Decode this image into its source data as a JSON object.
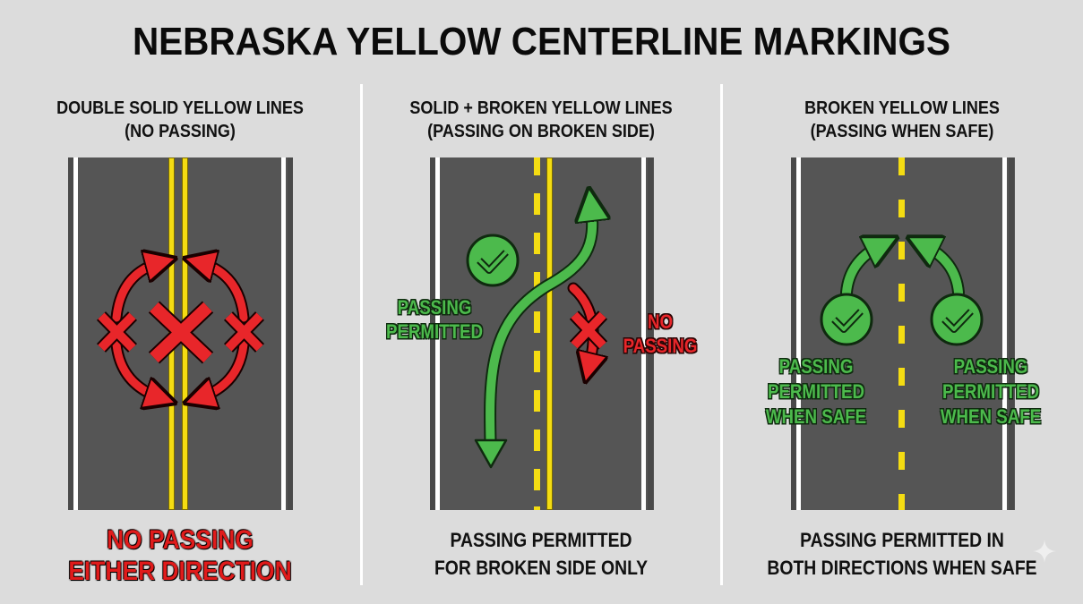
{
  "title": "NEBRASKA YELLOW CENTERLINE MARKINGS",
  "colors": {
    "background": "#dcdcdc",
    "asphalt": "#555555",
    "yellow_line": "#f4dc12",
    "edge_line": "#ffffff",
    "permitted_green": "#4cba4c",
    "prohibited_red": "#e8262a"
  },
  "panels": [
    {
      "heading_line1": "DOUBLE SOLID YELLOW LINES",
      "heading_line2": "(NO PASSING)",
      "marking": "double-solid",
      "caption_line1": "NO PASSING",
      "caption_line2": "EITHER DIRECTION",
      "icons": [
        "red-curved-arrows-icon",
        "red-x-icon",
        "red-x-icon",
        "red-x-icon"
      ]
    },
    {
      "heading_line1": "SOLID + BROKEN YELLOW LINES",
      "heading_line2": "(PASSING ON BROKEN SIDE)",
      "marking": "solid-plus-broken",
      "label_permitted_line1": "PASSING",
      "label_permitted_line2": "PERMITTED",
      "label_prohibited_line1": "NO",
      "label_prohibited_line2": "PASSING",
      "caption_line1": "PASSING PERMITTED",
      "caption_line2": "FOR BROKEN SIDE ONLY",
      "icons": [
        "green-check-icon",
        "green-s-curve-arrow-icon",
        "red-x-icon",
        "red-curved-arrow-icon"
      ]
    },
    {
      "heading_line1": "BROKEN YELLOW LINES",
      "heading_line2": "(PASSING WHEN SAFE)",
      "marking": "single-broken",
      "label_left_line1": "PASSING",
      "label_left_line2": "PERMITTED",
      "label_left_line3": "WHEN SAFE",
      "label_right_line1": "PASSING",
      "label_right_line2": "PERMITTED",
      "label_right_line3": "WHEN SAFE",
      "caption_line1": "PASSING PERMITTED IN",
      "caption_line2": "BOTH DIRECTIONS WHEN SAFE",
      "icons": [
        "green-check-icon",
        "green-check-icon",
        "green-curved-arrow-icon",
        "green-curved-arrow-icon"
      ]
    }
  ],
  "watermark_icon": "sparkle-icon"
}
